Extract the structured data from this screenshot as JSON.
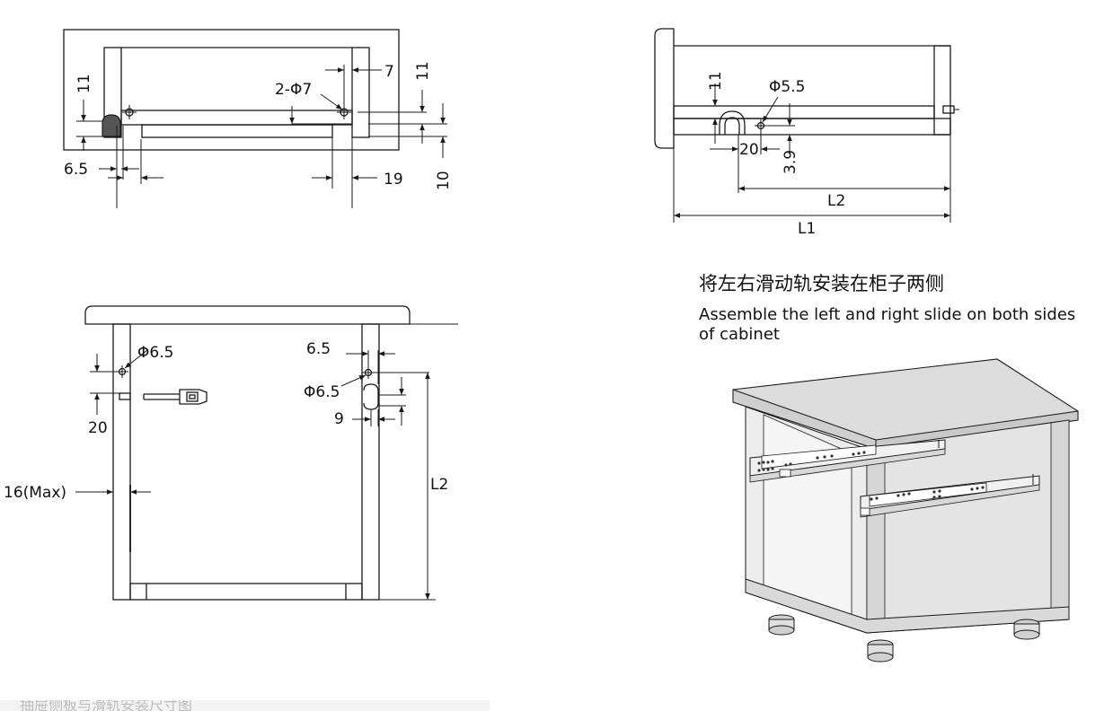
{
  "captions": {
    "cn": "将左右滑动轨安装在柜子两侧",
    "en": "Assemble the left and right slide on both sides of  cabinet",
    "footer": "抽屉侧板与滑轨安装尺寸图"
  },
  "dimensions": {
    "top_left": {
      "d11_left": "11",
      "d2phi7": "2-Φ7",
      "d7": "7",
      "d11_right": "11",
      "d6_5": "6.5",
      "d19": "19",
      "d10": "10"
    },
    "top_right": {
      "d11": "11",
      "dphi5_5": "Φ5.5",
      "d20": "20",
      "d3_9": "3.9",
      "L2": "L2",
      "L1": "L1"
    },
    "bottom_left": {
      "dphi6_5_left": "Φ6.5",
      "d20": "20",
      "d16max": "16(Max)",
      "d6_5": "6.5",
      "dphi6_5_right": "Φ6.5",
      "d9": "9",
      "L2": "L2"
    }
  },
  "colors": {
    "line": "#1a1a1a",
    "cabinet_face": "#e6e6e6",
    "cabinet_top": "#d9d9d9",
    "slide": "#f0f0f0"
  }
}
